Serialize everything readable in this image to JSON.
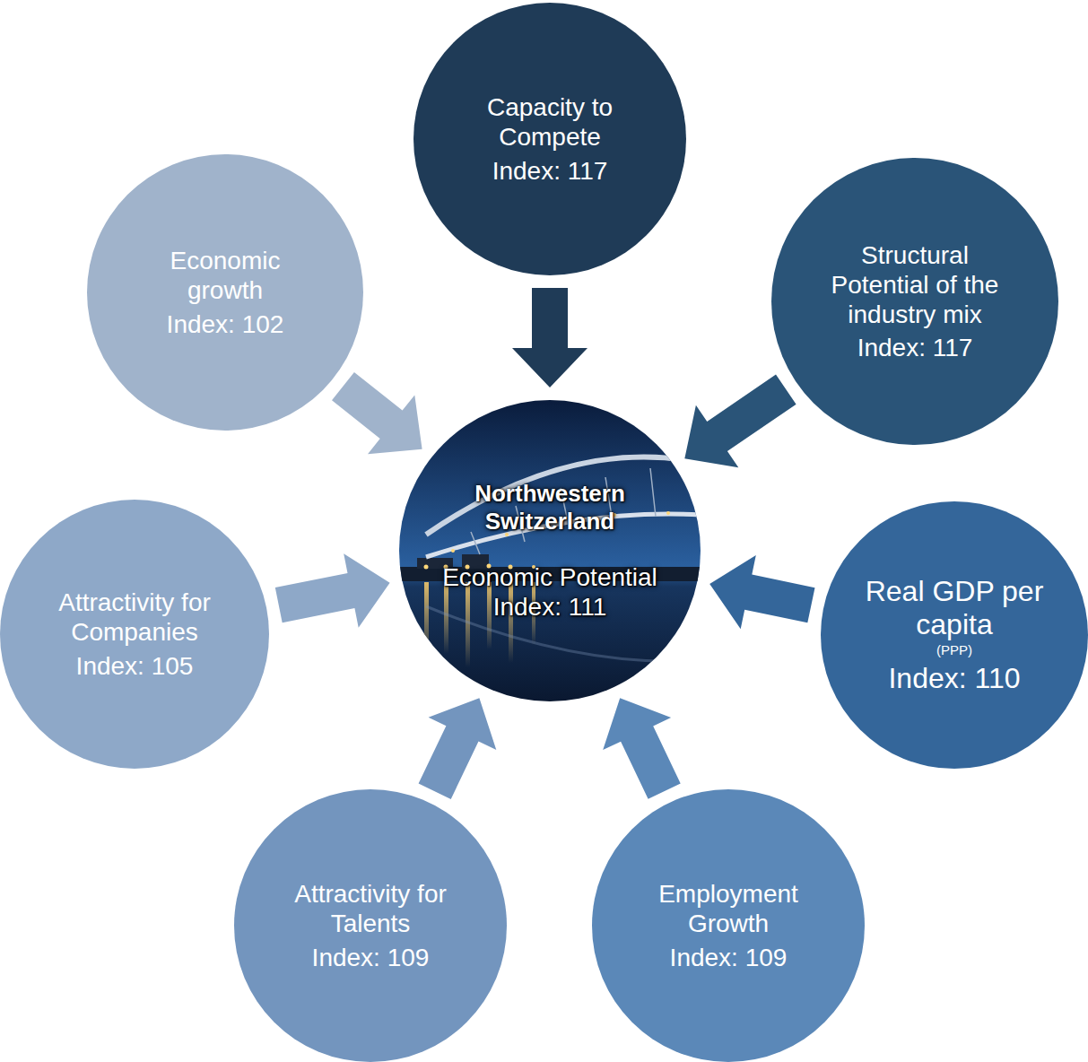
{
  "diagram": {
    "nodes": [
      {
        "text": [
          "Capacity to Compete",
          "Index: 117"
        ]
      },
      {
        "text": [
          "Economic growth",
          "Index: 102"
        ]
      },
      {
        "text": [
          "Structural Potential of the industry mix",
          "Index: 117"
        ]
      },
      {
        "text": [
          "Northwestern Switzerland",
          "Economic Potential",
          "Index: 111"
        ]
      },
      {
        "text": [
          "Attractivity for Companies",
          "Index: 105"
        ]
      },
      {
        "text": [
          "Real GDP per capita",
          "(PPP)",
          "Index: 110"
        ]
      },
      {
        "text": [
          "Attractivity for Talents",
          "Index: 109"
        ]
      },
      {
        "text": [
          "Employment Growth",
          "Index: 109"
        ]
      }
    ],
    "edges": [
      {
        "from": 0,
        "to": 3,
        "arrow": "to"
      },
      {
        "from": 2,
        "to": 3,
        "arrow": "to"
      },
      {
        "from": 5,
        "to": 3,
        "arrow": "to"
      },
      {
        "from": 7,
        "to": 3,
        "arrow": "to"
      },
      {
        "from": 6,
        "to": 3,
        "arrow": "to"
      },
      {
        "from": 4,
        "to": 3,
        "arrow": "to"
      },
      {
        "from": 1,
        "to": 3,
        "arrow": "to"
      }
    ]
  }
}
